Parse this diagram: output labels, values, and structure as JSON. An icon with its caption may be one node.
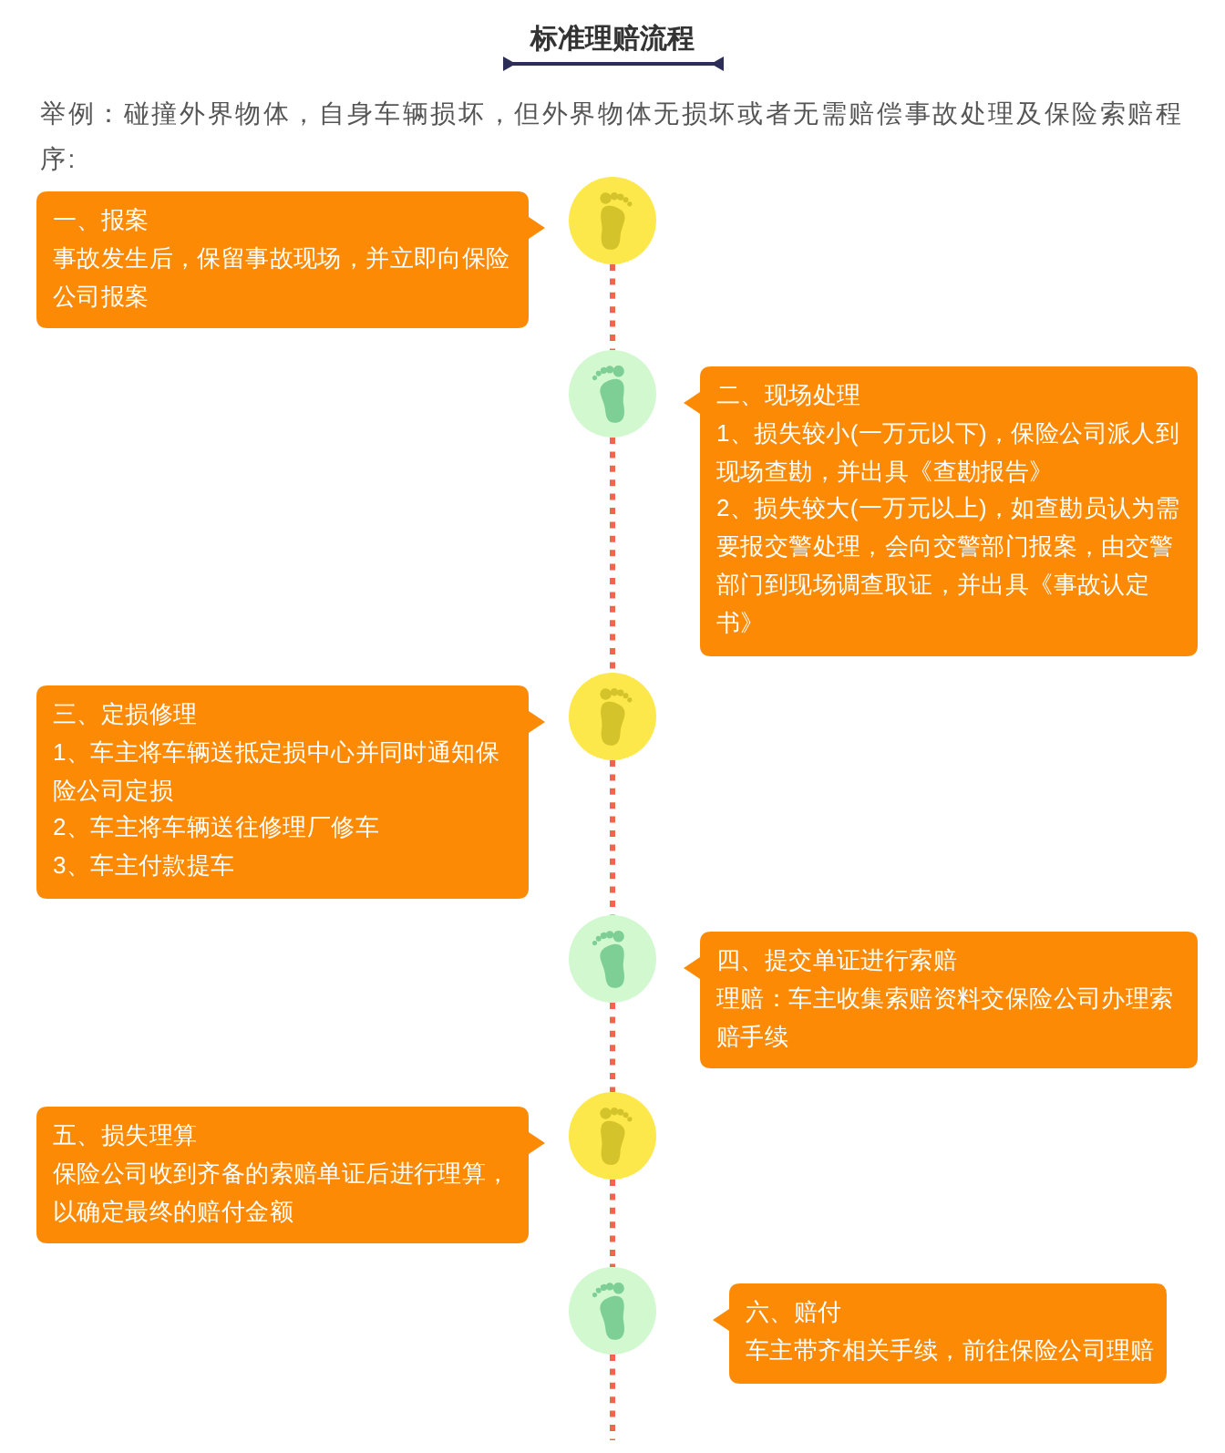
{
  "diagram": {
    "title": "标准理赔流程",
    "nodes": [
      {
        "text": [
          "一、报案",
          "事故发生后，保留事故现场，并立即向保险公司报案"
        ]
      },
      {
        "text": [],
        "shape": "circle"
      },
      {
        "text": [],
        "shape": "circle"
      },
      {
        "text": [
          "二、现场处理",
          "1、损失较小(一万元以下)，保险公司派人到现场查勘，并出具《查勘报告》",
          "2、损失较大(一万元以上)，如查勘员认为需要报交警处理，会向交警部门报案，由交警部门到现场调查取证，并出具《事故认定书》"
        ]
      },
      {
        "text": [
          "三、定损修理",
          "1、车主将车辆送抵定损中心并同时通知保险公司定损",
          "2、车主将车辆送往修理厂修车",
          "3、车主付款提车"
        ]
      },
      {
        "text": [],
        "shape": "circle"
      },
      {
        "text": [],
        "shape": "circle"
      },
      {
        "text": [
          "四、提交单证进行索赔",
          "理赔：车主收集索赔资料交保险公司办理索赔手续"
        ]
      },
      {
        "text": [
          "五、损失理算",
          "保险公司收到齐备的索赔单证后进行理算，以确定最终的赔付金额"
        ]
      },
      {
        "text": [],
        "shape": "circle"
      },
      {
        "text": [],
        "shape": "circle"
      },
      {
        "text": [
          "六、赔付",
          "车主带齐相关手续，前往保险公司理赔"
        ]
      }
    ],
    "edges": [
      {
        "from": 1,
        "to": 2,
        "arrow": "none",
        "style": "dashed"
      },
      {
        "from": 2,
        "to": 5,
        "arrow": "none",
        "style": "dashed"
      },
      {
        "from": 5,
        "to": 6,
        "arrow": "none",
        "style": "dashed"
      },
      {
        "from": 6,
        "to": 9,
        "arrow": "none",
        "style": "dashed"
      },
      {
        "from": 9,
        "to": 10,
        "arrow": "none",
        "style": "dashed"
      },
      {
        "from": 10,
        "to": null,
        "arrow": "none",
        "style": "dashed"
      }
    ],
    "labels": [
      "举例：碰撞外界物体，自身车辆损坏，但外界物体无损坏或者无需赔偿事故处理及保险索赔程序:"
    ]
  }
}
